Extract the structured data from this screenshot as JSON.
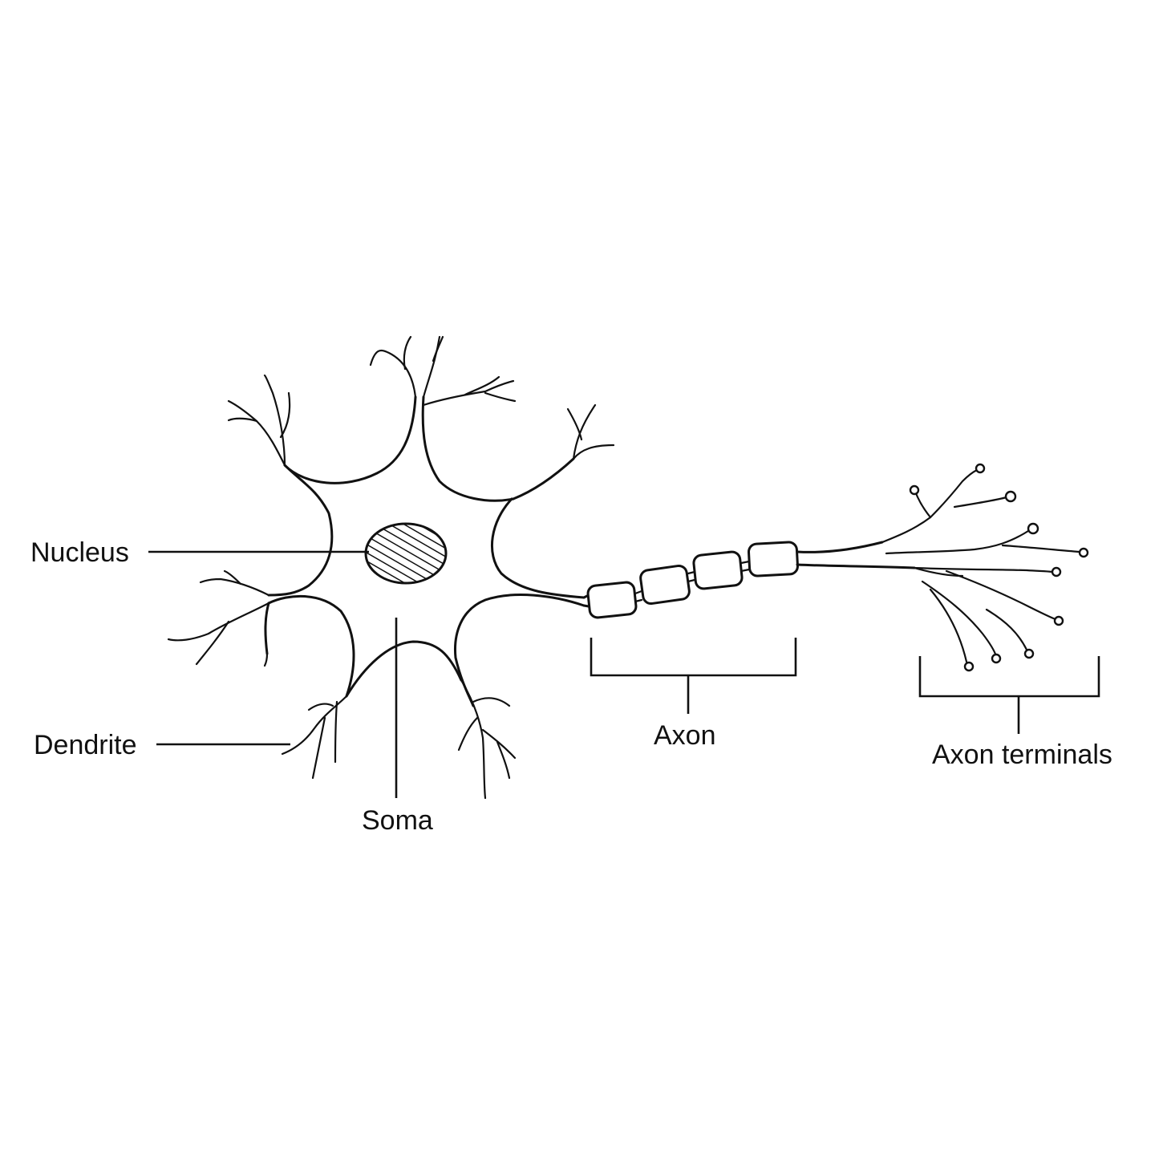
{
  "labels": {
    "nucleus": "Nucleus",
    "dendrite": "Dendrite",
    "soma": "Soma",
    "axon": "Axon",
    "axon_terminals": "Axon terminals"
  },
  "colors": {
    "line": "#111111",
    "background": "#ffffff"
  }
}
